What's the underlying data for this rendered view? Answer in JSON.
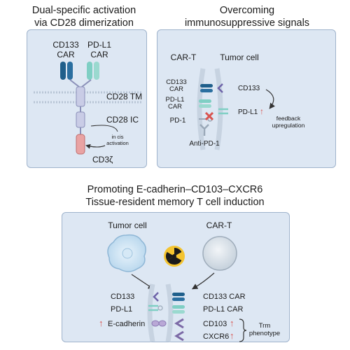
{
  "panel1": {
    "title_line1": "Dual-specific activation",
    "title_line2": "via CD28 dimerization",
    "cd133_car_line1": "CD133",
    "cd133_car_line2": "CAR",
    "pdl1_car_line1": "PD-L1",
    "pdl1_car_line2": "CAR",
    "cd28_tm": "CD28 TM",
    "cd28_ic": "CD28 IC",
    "in_cis_line1": "in cis",
    "in_cis_line2": "activation",
    "cd3z": "CD3ζ"
  },
  "panel2": {
    "title_line1": "Overcoming",
    "title_line2": "immunosuppressive signals",
    "car_t": "CAR-T",
    "tumor_cell": "Tumor cell",
    "cd133_car_line1": "CD133",
    "cd133_car_line2": "CAR",
    "cd133": "CD133",
    "pdl1_car_line1": "PD-L1",
    "pdl1_car_line2": "CAR",
    "pdl1": "PD-L1",
    "pd1": "PD-1",
    "anti_pd1": "Anti-PD-1",
    "feedback_line1": "feedback",
    "feedback_line2": "upregulation",
    "up_arrow": "↑"
  },
  "panel3": {
    "title_line1": "Promoting E-cadherin–CD103–CXCR6",
    "title_line2": "Tissue-resident memory T cell induction",
    "tumor_cell": "Tumor cell",
    "car_t": "CAR-T",
    "cd133": "CD133",
    "pdl1": "PD-L1",
    "ecadherin": "E-cadherin",
    "cd133_car": "CD133 CAR",
    "pdl1_car": "PD-L1 CAR",
    "cd103": "CD103",
    "cxcr6": "CXCR6",
    "trm_line1": "Trm",
    "trm_line2": "phenotype",
    "up_arrow": "↑"
  },
  "colors": {
    "panel_bg": "#dde7f3",
    "panel_border": "#9fb3cc",
    "cd133_car": "#1f5f8b",
    "pdl1_car": "#7fcfc4",
    "cd28": "#c9cce6",
    "cd3z": "#e9a3a3",
    "membrane": "#c7d3e1",
    "inhibit_x": "#d9534f",
    "up_arrow": "#d9534f",
    "cd103": "#7c6aa6",
    "ecadherin": "#b9a8d6"
  }
}
